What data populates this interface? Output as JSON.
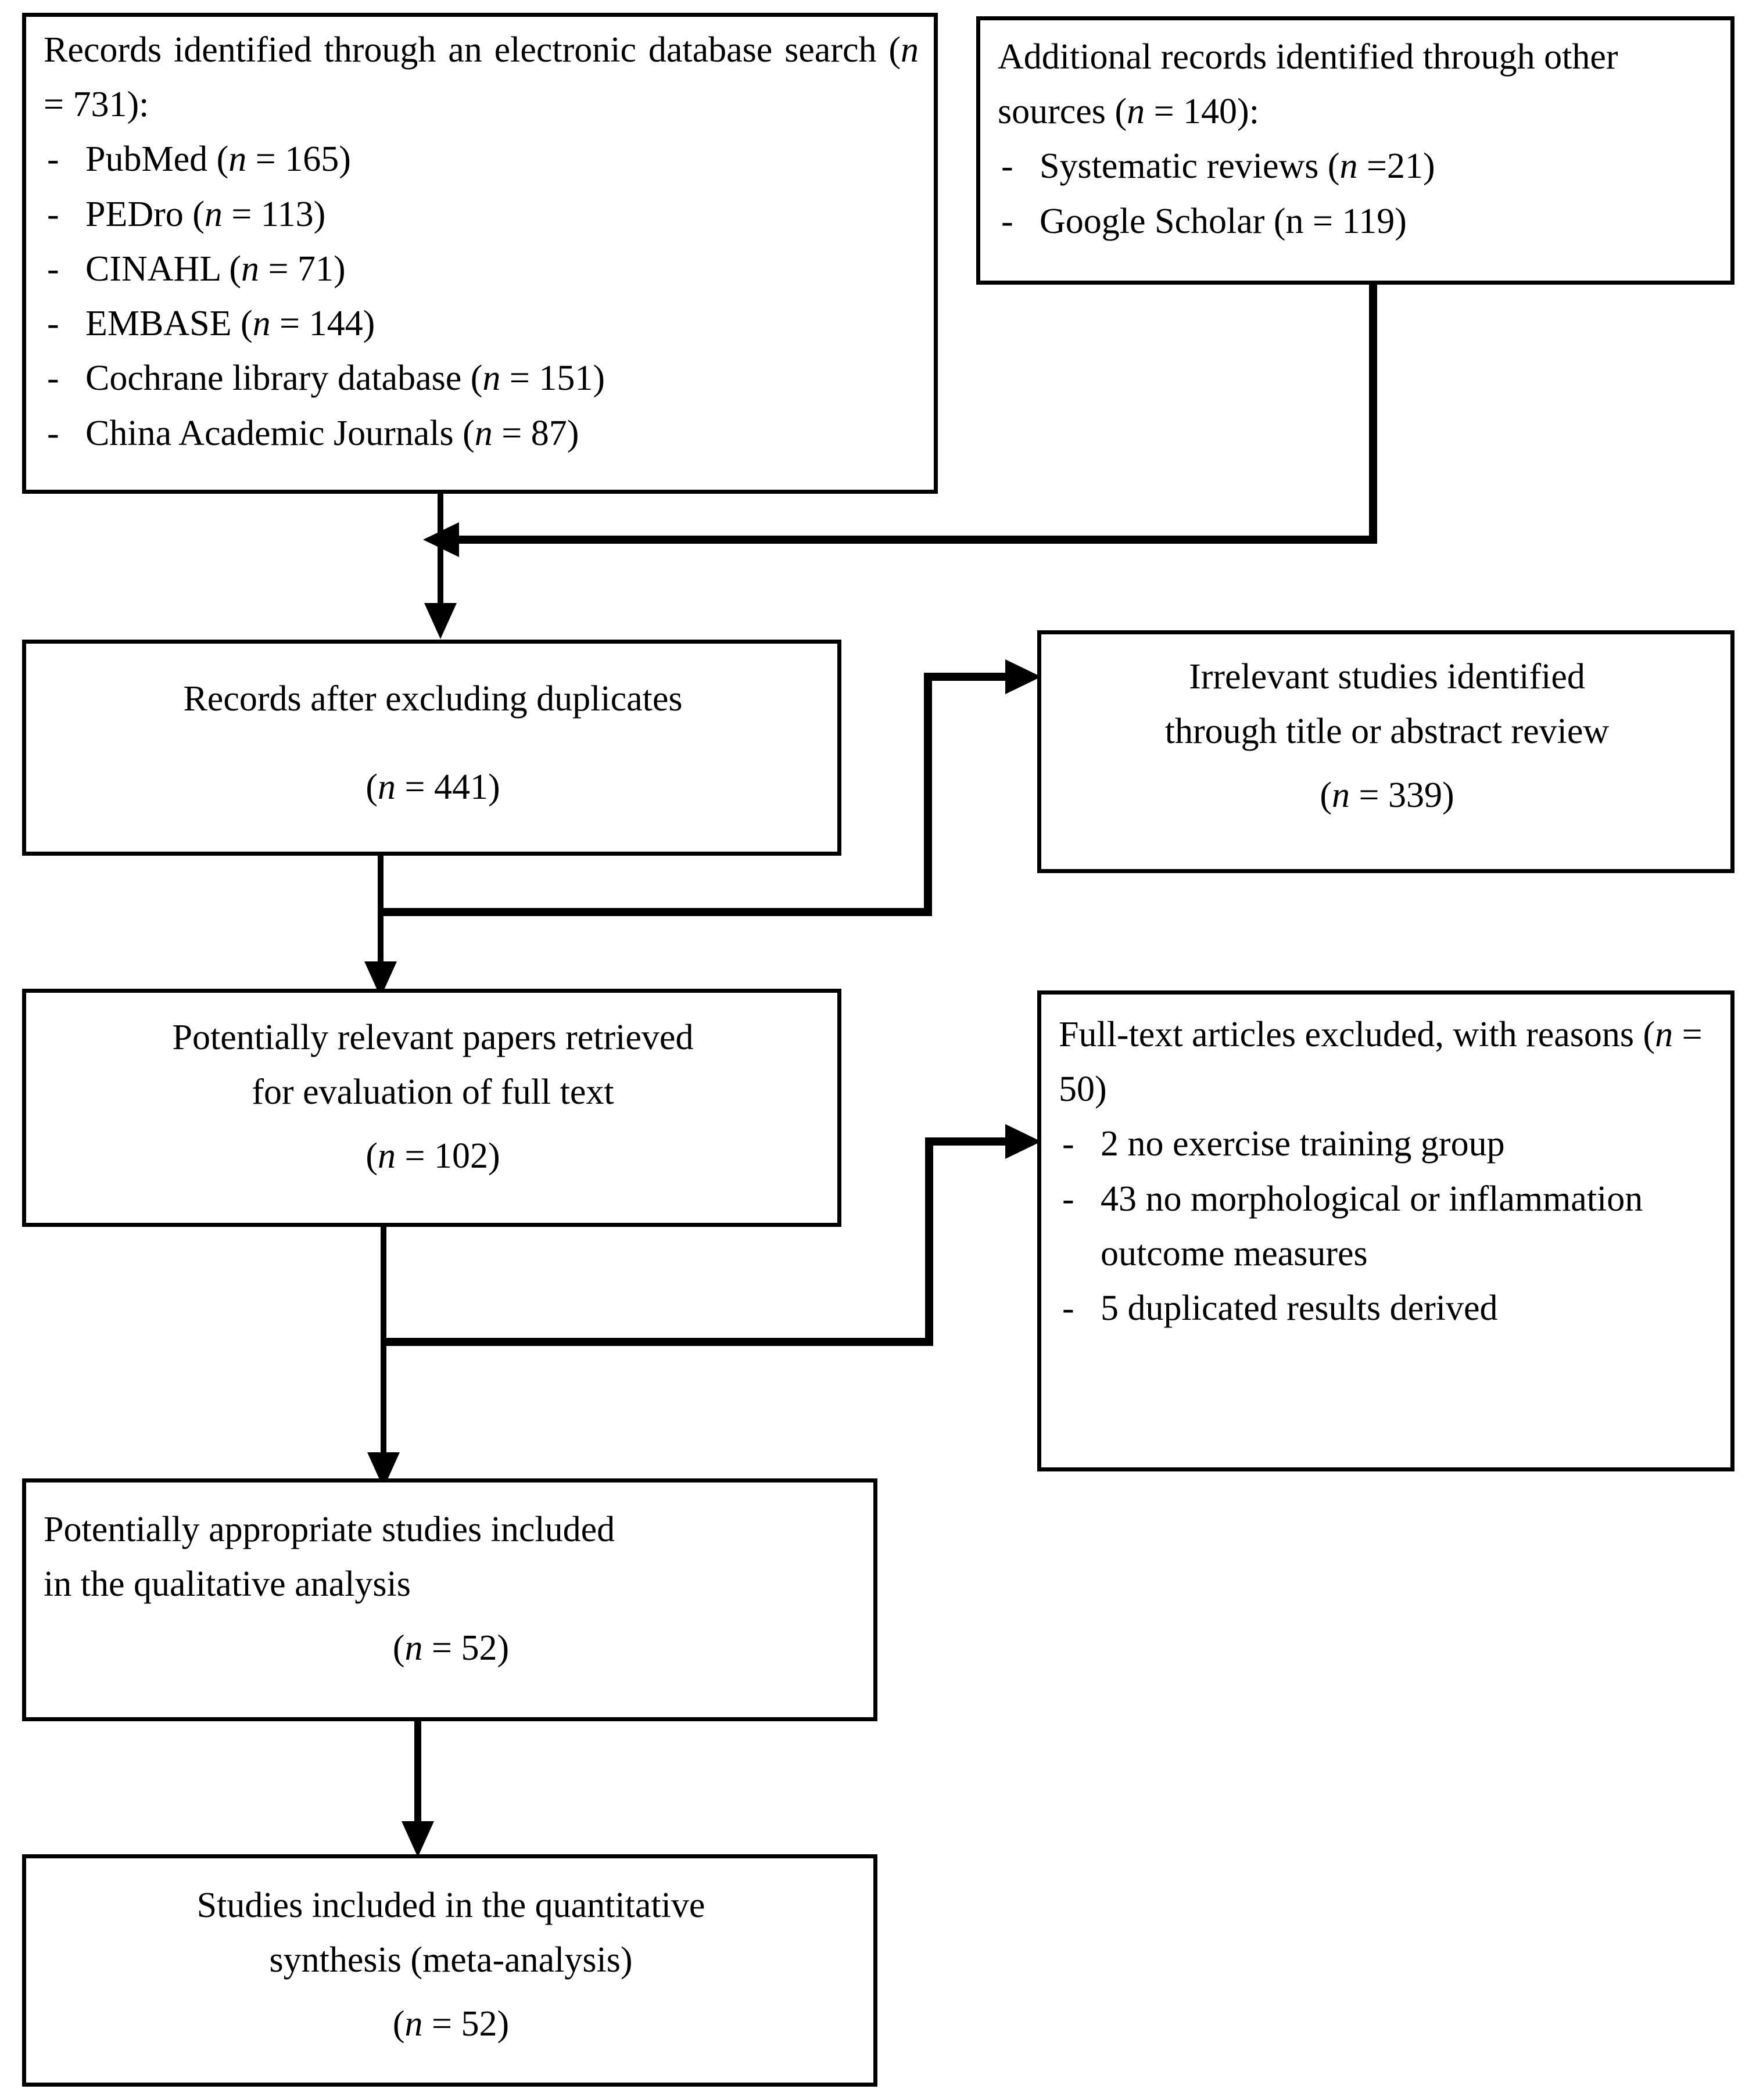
{
  "diagram": {
    "type": "prisma-flow-diagram",
    "boxes": {
      "electronic_search": {
        "lead_pre": "Records identified through an electronic database search (",
        "lead_n": "n",
        "lead_post": " = 731):",
        "items": [
          {
            "dash": "-",
            "pre": "PubMed (",
            "n": "n",
            "post": " = 165)"
          },
          {
            "dash": "-",
            "pre": "PEDro (",
            "n": "n",
            "post": " = 113)"
          },
          {
            "dash": "-",
            "pre": "CINAHL (",
            "n": "n",
            "post": " = 71)"
          },
          {
            "dash": "-",
            "pre": "EMBASE (",
            "n": "n",
            "post": " = 144)"
          },
          {
            "dash": "-",
            "pre": "Cochrane library database (",
            "n": "n",
            "post": " = 151)"
          },
          {
            "dash": "-",
            "pre": "China Academic Journals (",
            "n": "n",
            "post": " = 87)"
          }
        ]
      },
      "other_sources": {
        "lead_pre": "Additional records identified through other sources (",
        "lead_n": "n",
        "lead_post": " = 140):",
        "items": [
          {
            "dash": "-",
            "pre": "Systematic reviews (",
            "n": "n",
            "post": " =21)"
          },
          {
            "dash": "-",
            "pre": "Google Scholar (n = 119)",
            "n": "",
            "post": ""
          }
        ]
      },
      "after_duplicates": {
        "line1": "Records after excluding duplicates",
        "count_pre": "(",
        "count_n": "n",
        "count_post": " = 441)"
      },
      "irrelevant": {
        "line1": "Irrelevant studies identified",
        "line2": "through title or abstract review",
        "count_pre": "(",
        "count_n": "n",
        "count_post": " = 339)"
      },
      "full_text_retrieved": {
        "line1": "Potentially relevant papers retrieved",
        "line2": "for evaluation of full text",
        "count_pre": "(",
        "count_n": "n",
        "count_post": " = 102)"
      },
      "excluded_with_reasons": {
        "lead_pre": "Full-text articles excluded, with reasons (",
        "lead_n": "n",
        "lead_post": " = 50)",
        "items": [
          {
            "dash": "-",
            "text": "2 no exercise training group"
          },
          {
            "dash": "-",
            "text": "43 no morphological or inflammation outcome measures"
          },
          {
            "dash": "-",
            "text": "5 duplicated results derived"
          }
        ]
      },
      "qualitative": {
        "line1": "Potentially appropriate studies included",
        "line2": "in the qualitative analysis",
        "count_pre": "(",
        "count_n": "n",
        "count_post": " = 52)"
      },
      "quantitative": {
        "line1": "Studies included in the quantitative",
        "line2": "synthesis (meta-analysis)",
        "count_pre": "(",
        "count_n": "n",
        "count_post": " = 52)"
      }
    },
    "colors": {
      "stroke": "#000000",
      "background": "#ffffff"
    }
  }
}
